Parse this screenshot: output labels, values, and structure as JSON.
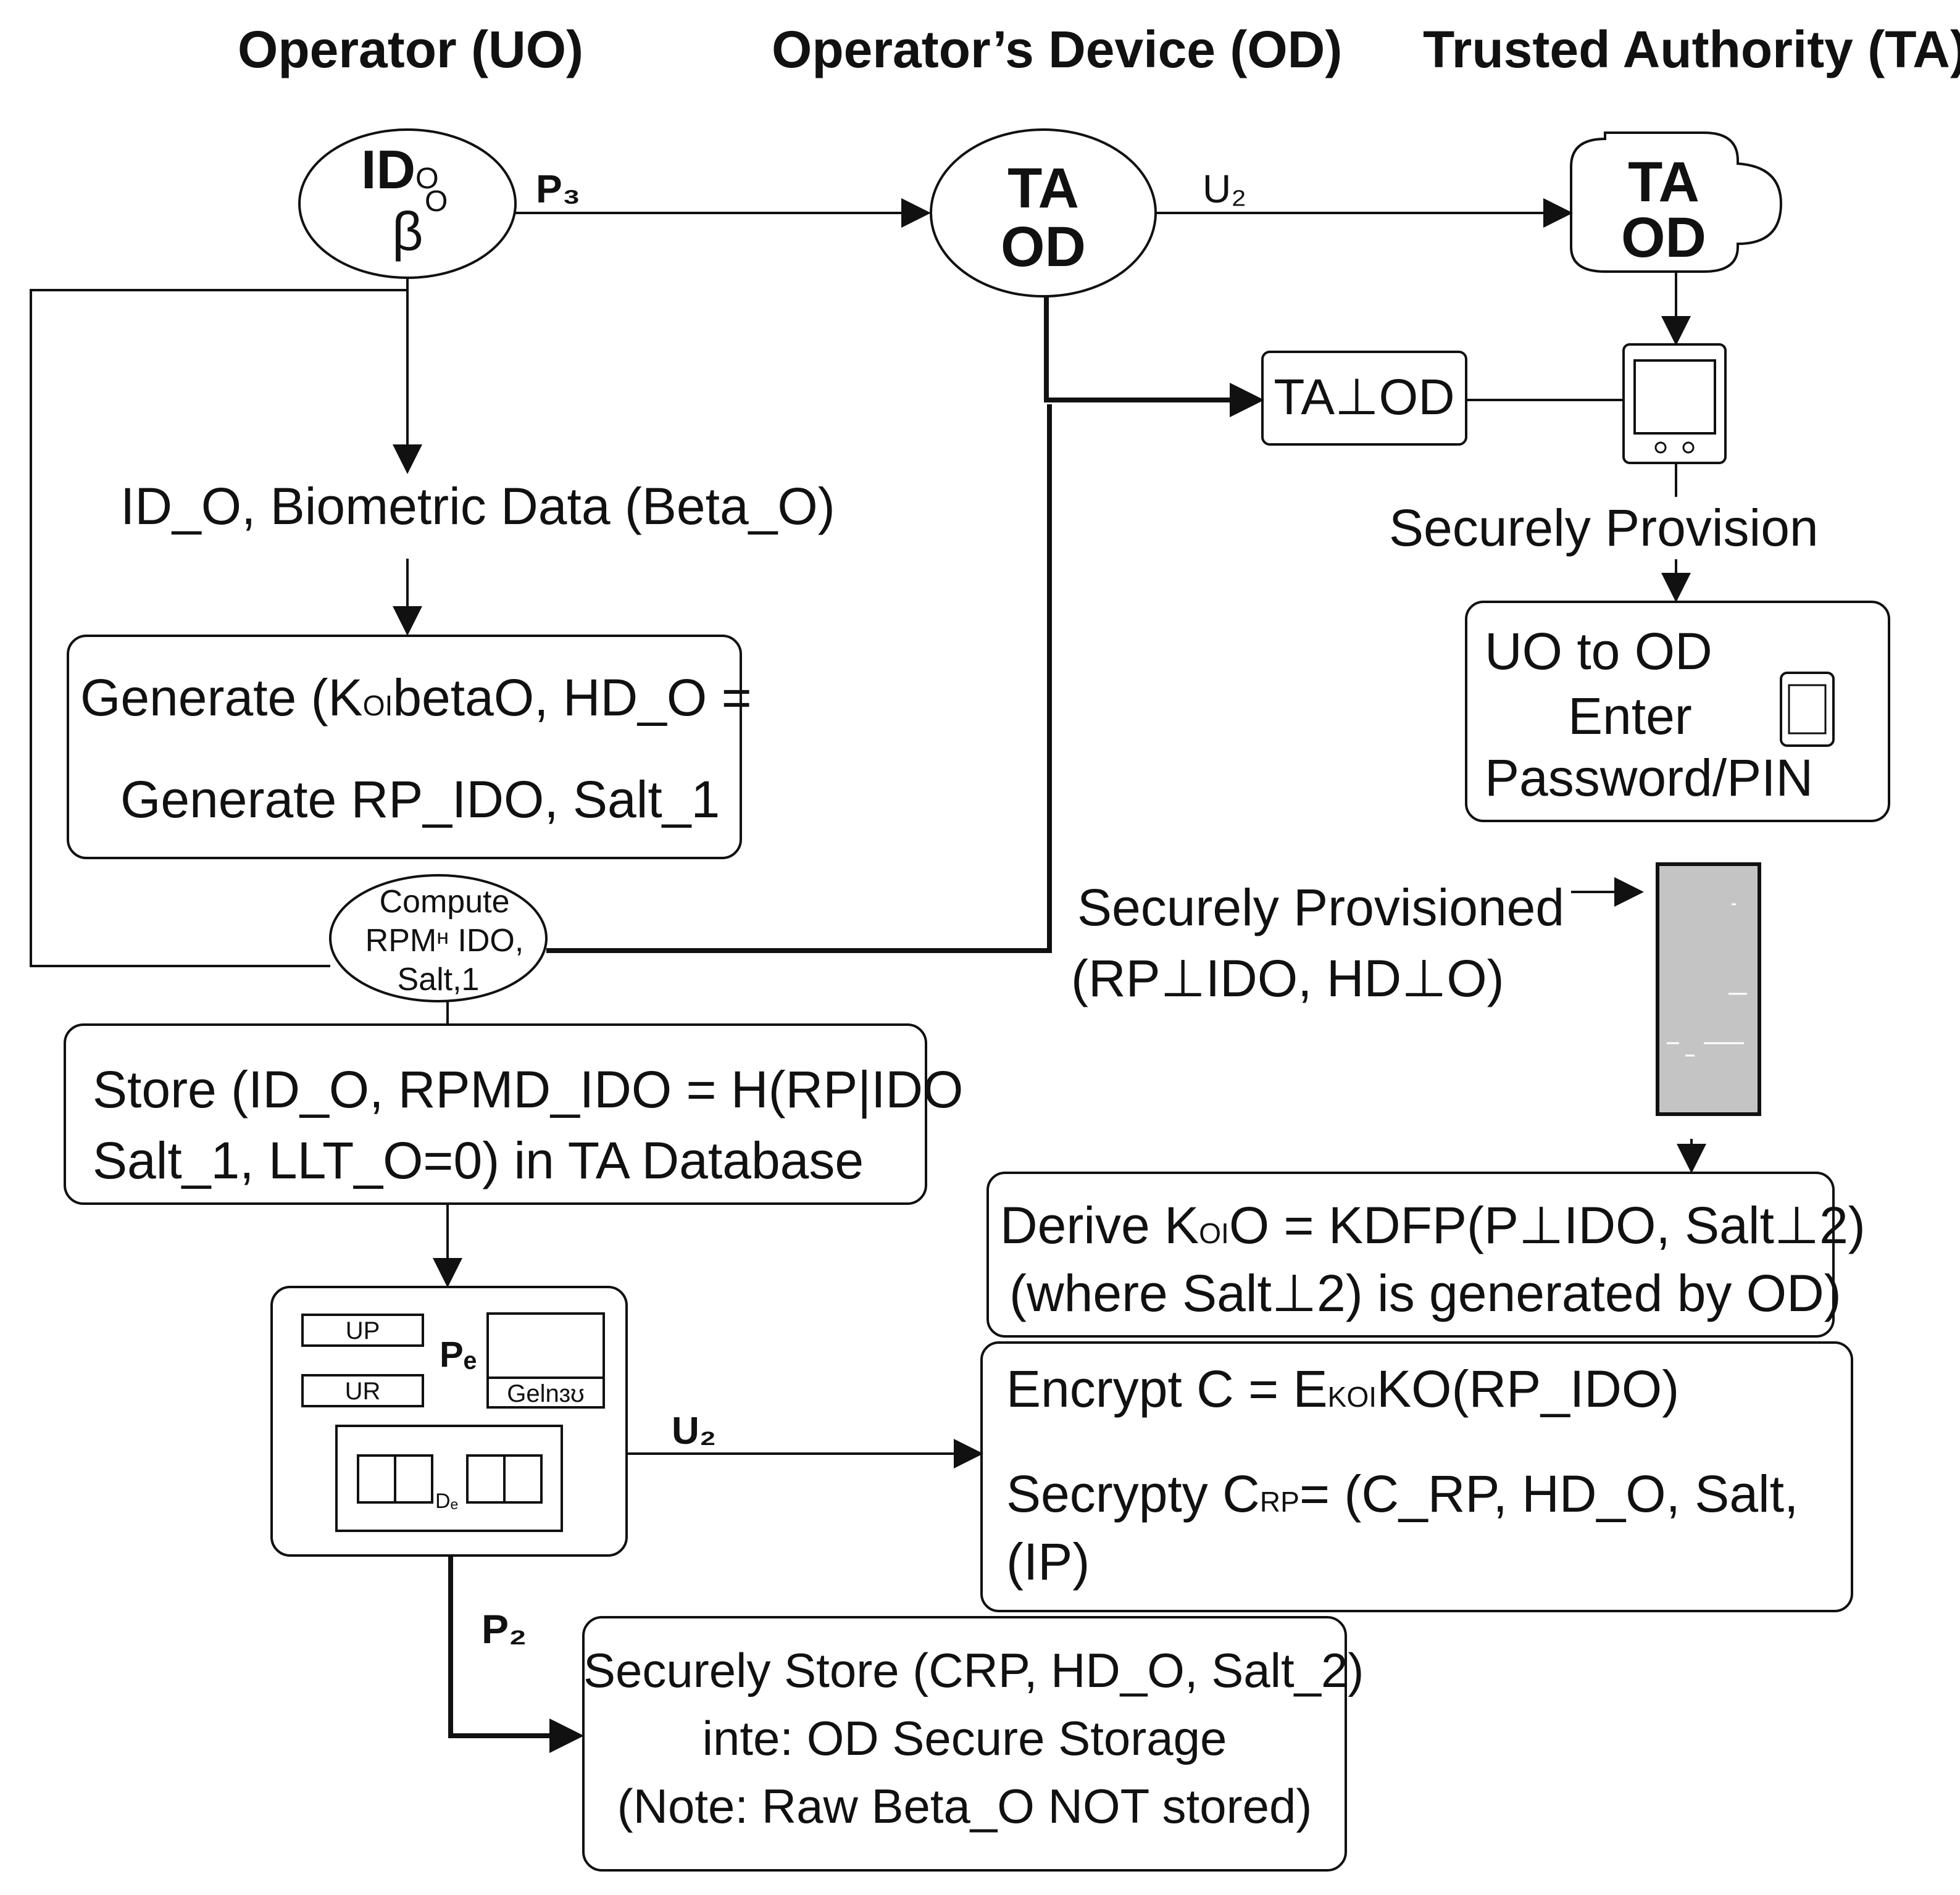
{
  "lanes": {
    "operator": "Operator (UO)",
    "device": "Operator’s Device (OD)",
    "authority": "Trusted Authority (TA)"
  },
  "nodes": {
    "uo_ellipse": {
      "line1": "ID",
      "line1_sub": "O",
      "line2": "β",
      "line2_sup": "O"
    },
    "od_ellipse": {
      "line1": "TA",
      "line2": "OD"
    },
    "ta_cloud": {
      "line1": "TA",
      "line2": "OD"
    },
    "ta_od_box": "TA⊥OD",
    "id_bio_label": "ID_O, Biometric Data (Beta_O)",
    "generate_box": {
      "line1_a": "Generate (K",
      "line1_sub": "OI",
      "line1_b": "betaO, HD_O =",
      "line2": "Generate RP_IDO, Salt_1"
    },
    "compute_ellipse": {
      "line1": "Compute",
      "line2": "RPMᵸ IDO,",
      "line3": "Salt,1"
    },
    "store_box": {
      "line1": "Store (ID_O, RPMD_IDO = H(RP|IDO",
      "line2": "Salt_1, LLT_O=0) in TA Database"
    },
    "device_panel": {
      "up": "UP",
      "ur": "UR",
      "p": "Pₑ",
      "gen": "Gelnɜʊ",
      "od": "Dₑ"
    },
    "secure_store_box": {
      "line1": "Securely Store (CRP, HD_O, Salt_2)",
      "line2": "inte: OD Secure Storage",
      "line3": "(Note: Raw Beta_O NOT stored)"
    },
    "securely_provision_label": "Securely Provision",
    "uo_to_od_box": {
      "line1": "UO to OD",
      "line2": "Enter",
      "line3": "Password/PIN"
    },
    "securely_provisioned_label": {
      "line1": "Securely Provisioned",
      "line2": "(RP⊥IDO, HD⊥O)"
    },
    "derive_box": {
      "line1_a": "Derive K",
      "line1_sub": "OI",
      "line1_b": "O = KDFP(P⊥IDO, Salt⊥2)",
      "line2": "(where Salt⊥2) is generated by OD)"
    },
    "encrypt_box": {
      "line1_a": "Encrypt C = E",
      "line1_sub": "KOI",
      "line1_b": "KO(RP_IDO)",
      "line2_a": "Secrypty C",
      "line2_sub": "RP",
      "line2_b": "= (C_RP, HD_O, Salt,",
      "line3": "(IP)"
    }
  },
  "edges": {
    "p3": "P₃",
    "u2_top": "U₂",
    "u2_bottom": "U₂",
    "p2": "P₂"
  }
}
